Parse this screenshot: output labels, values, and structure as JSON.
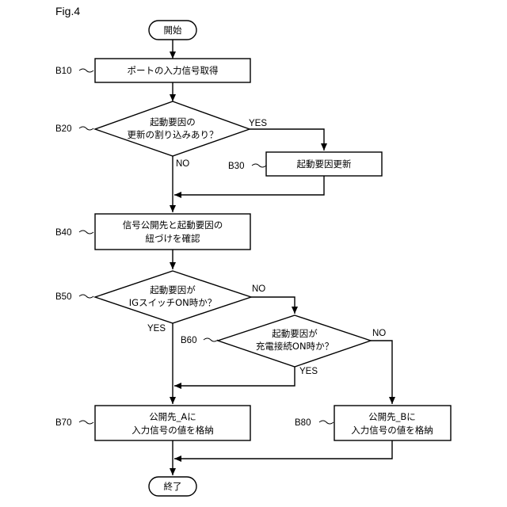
{
  "figure": {
    "title": "Fig.4"
  },
  "nodes": {
    "start": {
      "label": "開始"
    },
    "b10": {
      "ref": "B10",
      "lines": [
        "ポートの入力信号取得"
      ]
    },
    "b20": {
      "ref": "B20",
      "lines": [
        "起動要因の",
        "更新の割り込みあり？"
      ]
    },
    "b30": {
      "ref": "B30",
      "lines": [
        "起動要因更新"
      ]
    },
    "b40": {
      "ref": "B40",
      "lines": [
        "信号公開先と起動要因の",
        "紐づけを確認"
      ]
    },
    "b50": {
      "ref": "B50",
      "lines": [
        "起動要因が",
        "IGスイッチON時か？"
      ]
    },
    "b60": {
      "ref": "B60",
      "lines": [
        "起動要因が",
        "充電接続ON時か？"
      ]
    },
    "b70": {
      "ref": "B70",
      "lines": [
        "公開先_Aに",
        "入力信号の値を格納"
      ]
    },
    "b80": {
      "ref": "B80",
      "lines": [
        "公開先_Bに",
        "入力信号の値を格納"
      ]
    },
    "end": {
      "label": "終了"
    }
  },
  "branches": {
    "b20_yes": "YES",
    "b20_no": "NO",
    "b50_no": "NO",
    "b50_yes": "YES",
    "b60_no": "NO",
    "b60_yes": "YES"
  }
}
